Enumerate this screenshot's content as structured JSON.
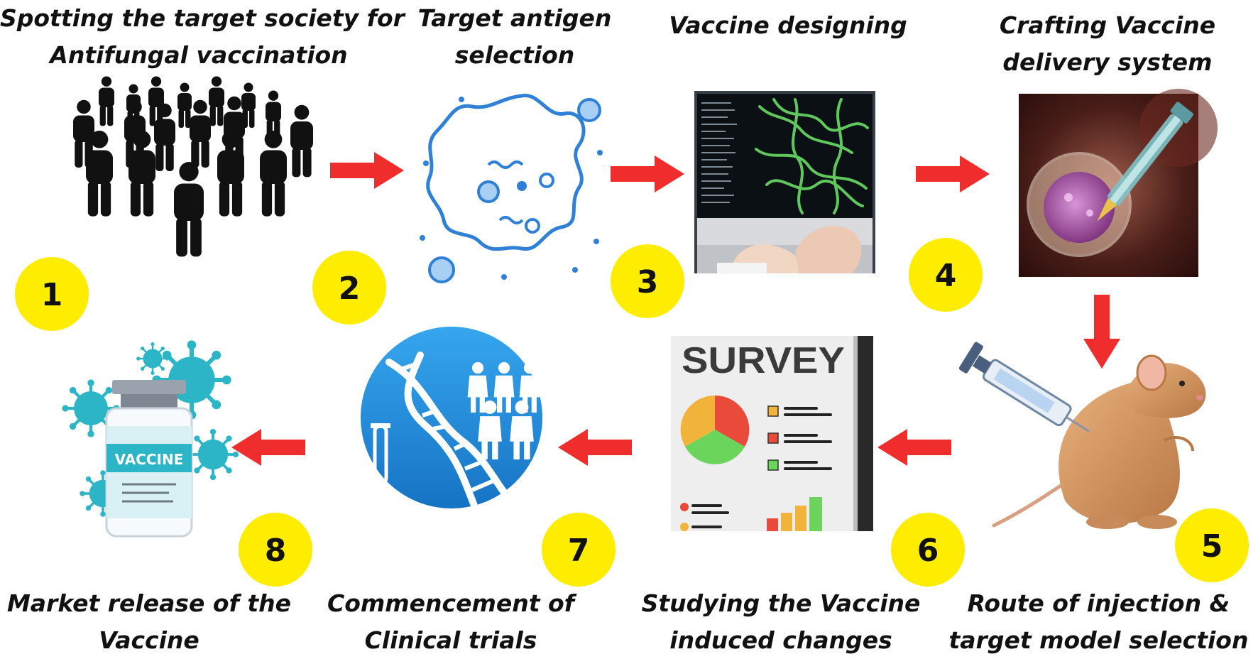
{
  "steps": [
    {
      "number": "1",
      "lines": [
        "Spotting the target society for",
        "Antifungal vaccination"
      ],
      "icon": "crowd-icon"
    },
    {
      "number": "2",
      "lines": [
        "Target antigen",
        "selection"
      ],
      "icon": "antigen-icon"
    },
    {
      "number": "3",
      "lines": [
        "Vaccine designing"
      ],
      "icon": "computer-design-icon"
    },
    {
      "number": "4",
      "lines": [
        "Crafting Vaccine",
        "delivery system"
      ],
      "icon": "cell-injection-icon"
    },
    {
      "number": "5",
      "lines": [
        "Route of injection &",
        "target model selection"
      ],
      "icon": "mouse-syringe-icon"
    },
    {
      "number": "6",
      "lines": [
        "Studying the Vaccine",
        "induced changes"
      ],
      "icon": "survey-icon"
    },
    {
      "number": "7",
      "lines": [
        "Commencement of",
        "Clinical trials"
      ],
      "icon": "dna-trial-icon"
    },
    {
      "number": "8",
      "lines": [
        "Market release of the",
        "Vaccine"
      ],
      "icon": "vaccine-vial-icon"
    }
  ],
  "survey_heading": "SURVEY",
  "vial_label": "VACCINE",
  "colors": {
    "arrow": "#f02d2d",
    "badge": "#ffed00",
    "badge_text": "#111111",
    "antigen_blue": "#2f80d6",
    "trial_blue": "#1f8fd9",
    "virus_teal": "#2bb5c6"
  }
}
